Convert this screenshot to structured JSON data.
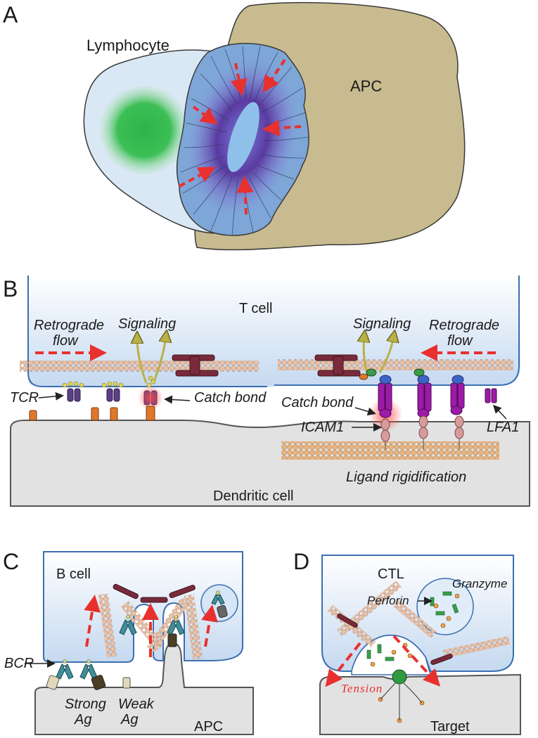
{
  "panels": {
    "a": {
      "letter": "A",
      "lymphocyte_label": "Lymphocyte",
      "apc_label": "APC"
    },
    "b": {
      "letter": "B",
      "t_cell_label": "T cell",
      "retrograde_left": [
        "Retrograde",
        "flow"
      ],
      "retrograde_right": [
        "Retrograde",
        "flow"
      ],
      "signaling_left": "Signaling",
      "signaling_right": "Signaling",
      "tcr_label": "TCR",
      "catch_bond_left": "Catch bond",
      "catch_bond_right": "Catch bond",
      "icam1_label": "ICAM1",
      "lfa1_label": "LFA1",
      "ligand_label": "Ligand rigidification",
      "dendritic_label": "Dendritic cell"
    },
    "c": {
      "letter": "C",
      "b_cell_label": "B cell",
      "bcr_label": "BCR",
      "strong_ag": [
        "Strong",
        "Ag"
      ],
      "weak_ag": [
        "Weak",
        "Ag"
      ],
      "apc_label": "APC"
    },
    "d": {
      "letter": "D",
      "ctl_label": "CTL",
      "perforin_label": "Perforin",
      "granzyme_label": "Granzyme",
      "tension_label": "Tension",
      "target_label": "Target"
    }
  },
  "colors": {
    "apc": "#c8bb8f",
    "lymphocyte": "#d9e8f4",
    "synapse_blue": "#7ea7d8",
    "synapse_purple": "#6a44a8",
    "nucleus_green": "#2db34a",
    "arrow_red": "#e8302e",
    "actin_bead": "#e8c1a7",
    "tcr_purple": "#5b3f86",
    "ligand_orange": "#e0782a",
    "lfa1_magenta": "#9c1ba6",
    "icam_pink": "#d99a9a",
    "bcr_teal": "#3f8f9a",
    "myosin": "#7a2a3a",
    "signal_olive": "#b9b046"
  }
}
